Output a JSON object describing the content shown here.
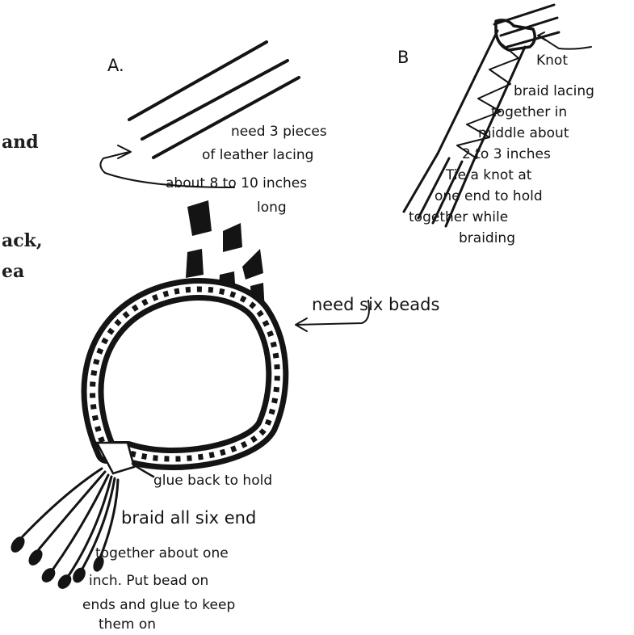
{
  "margin_text": {
    "line1": "and",
    "line2": "ack,",
    "line3": "ea"
  },
  "diagram_a": {
    "label": "A.",
    "note": [
      "need 3 pieces",
      "of leather lacing",
      "about 8 to 10 inches",
      "long"
    ]
  },
  "diagram_b": {
    "label": "B",
    "knot_label": "Knot",
    "note": [
      "braid lacing",
      "together in",
      "middle about",
      "2 to 3 inches",
      "Tie a knot at",
      "one end to hold",
      "together while",
      "braiding"
    ]
  },
  "beads": {
    "note": "need six beads",
    "count": 6
  },
  "bracelet": {
    "glue_note": "glue back to hold",
    "braid_note": [
      "braid all six end",
      "together about one",
      "inch. Put bead on",
      "ends and glue to keep",
      "them on"
    ]
  },
  "colors": {
    "ink": "#141414",
    "paper": "#ffffff"
  }
}
